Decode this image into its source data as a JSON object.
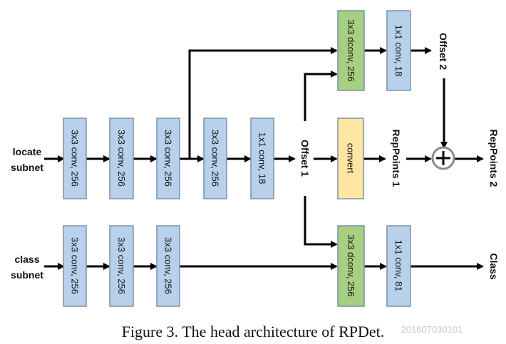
{
  "rows": {
    "locate": "locate\nsubnet",
    "class": "class\nsubnet"
  },
  "blocks": {
    "conv3x3_256": "3x3 conv, 256",
    "conv1x1_18": "1x1 conv, 18",
    "dconv3x3_256": "3x3 dconv, 256",
    "conv1x1_81": "1x1 conv, 81",
    "convert": "convert"
  },
  "labels": {
    "offset1": "Offset 1",
    "offset2": "Offset 2",
    "reppoints1": "RepPoints 1",
    "reppoints2": "RepPoints 2",
    "class_out": "Class"
  },
  "caption": "Figure 3. The head architecture of RPDet.",
  "watermark": "201607030101",
  "colors": {
    "conv_fill": "#b7d1ec",
    "dconv_fill": "#a6cf82",
    "convert_fill": "#ffe6a3",
    "block_stroke": "#7f8fa6"
  }
}
